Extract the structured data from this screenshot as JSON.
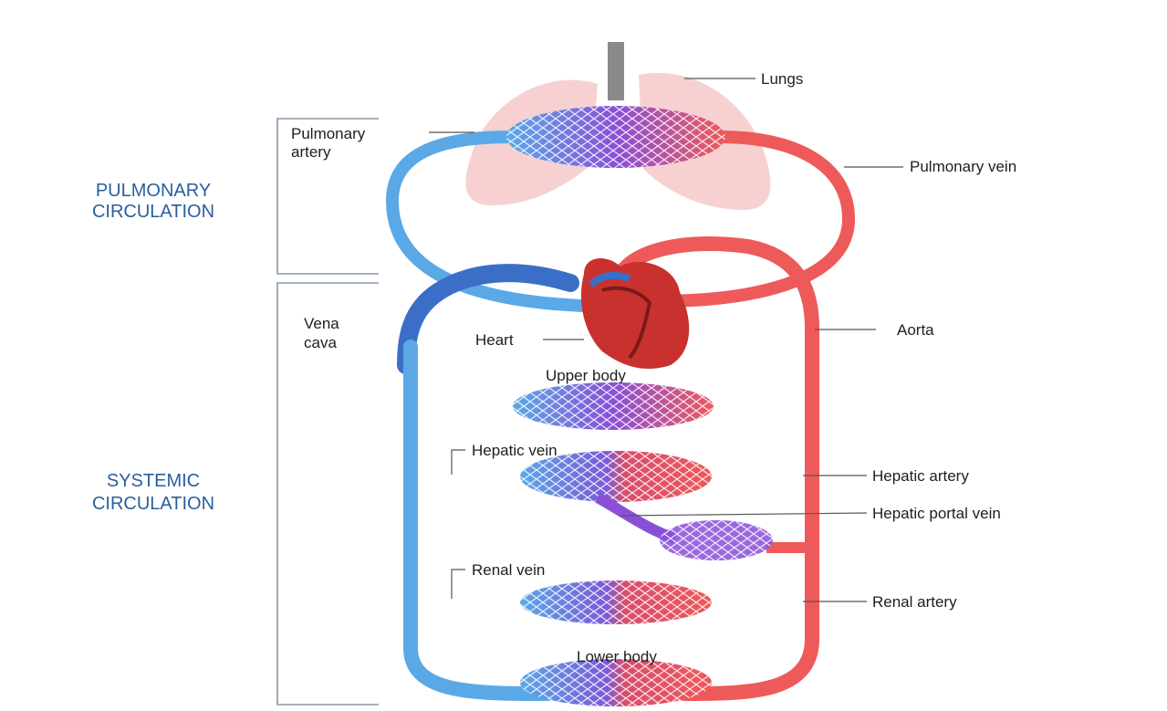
{
  "sections": {
    "pulmonary": [
      "PULMONARY",
      "CIRCULATION"
    ],
    "systemic": [
      "SYSTEMIC",
      "CIRCULATION"
    ]
  },
  "labels": {
    "lungs": "Lungs",
    "pulmonary_artery": [
      "Pulmonary",
      "artery"
    ],
    "pulmonary_vein": "Pulmonary vein",
    "vena_cava": [
      "Vena",
      "cava"
    ],
    "heart": "Heart",
    "aorta": "Aorta",
    "upper_body": "Upper body",
    "hepatic_vein": "Hepatic vein",
    "hepatic_artery": "Hepatic artery",
    "hepatic_portal_vein": "Hepatic portal vein",
    "renal_vein": "Renal vein",
    "renal_artery": "Renal artery",
    "lower_body": "Lower body"
  },
  "colors": {
    "vein_blue": "#5aa9e6",
    "artery_red": "#ee5a5a",
    "capillary_purple": "#8a4fd8",
    "section_text": "#2a5f9e"
  }
}
